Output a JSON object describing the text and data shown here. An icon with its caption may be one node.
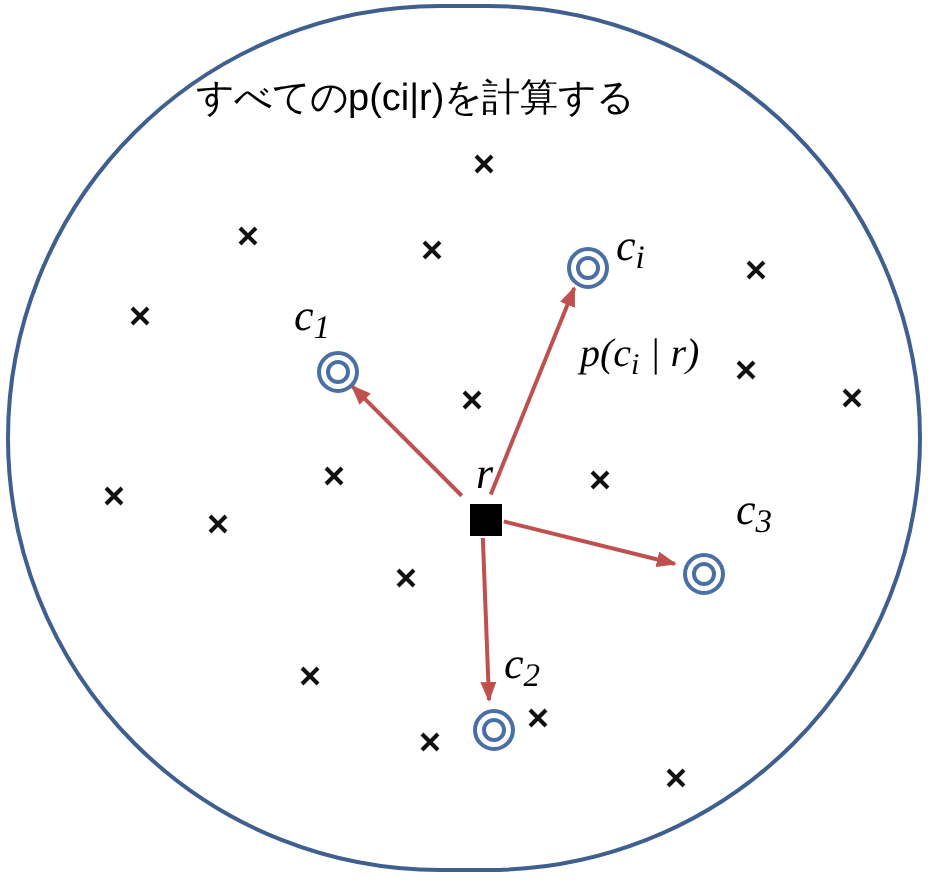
{
  "diagram": {
    "nodes": [
      {
        "text": [
          "すべてのp(ci|r)を計算する"
        ]
      },
      {
        "text": [],
        "shape": "circle",
        "in": 0,
        "beside": [
          "c$_{i}$"
        ]
      },
      {
        "text": [],
        "shape": "circle",
        "in": 0,
        "beside": [
          "c$_{1}$"
        ]
      },
      {
        "text": [],
        "shape": "box",
        "in": 0,
        "beside": [
          "r"
        ]
      },
      {
        "text": [],
        "shape": "circle",
        "in": 0,
        "beside": [
          "c$_{3}$"
        ]
      },
      {
        "text": [],
        "shape": "circle",
        "in": 0,
        "beside": [
          "c$_{2}$"
        ]
      }
    ],
    "edges": [
      {
        "from": 3,
        "to": 2,
        "arrow": "to"
      },
      {
        "from": 3,
        "to": 1,
        "arrow": "to",
        "label": "p(c$_{i}$ | r)"
      },
      {
        "from": 3,
        "to": 4,
        "arrow": "to"
      },
      {
        "from": 3,
        "to": 5,
        "arrow": "to"
      }
    ]
  }
}
